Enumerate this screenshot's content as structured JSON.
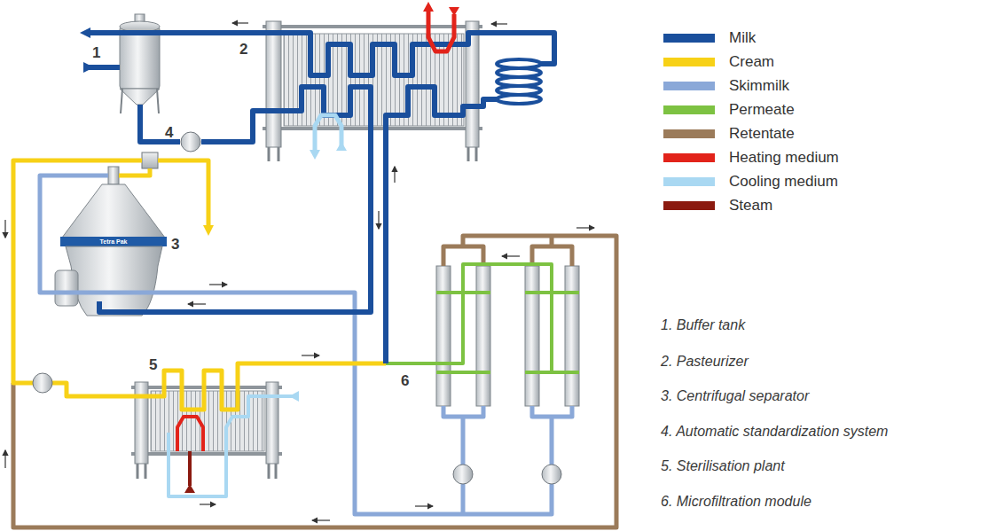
{
  "diagram": {
    "labels": [
      "1",
      "2",
      "3",
      "4",
      "5",
      "6",
      "Tetra Pak",
      "1. Buffer tank",
      "2. Pasteurizer",
      "3. Centrifugal separator",
      "4. Automatic standardization system",
      "5. Sterilisation plant",
      "6. Microfiltration module"
    ],
    "legend": [
      {
        "text": "Milk",
        "color": "#1a4f9c"
      },
      {
        "text": "Cream",
        "color": "#f7d117"
      },
      {
        "text": "Skimmilk",
        "color": "#8aa8d8"
      },
      {
        "text": "Permeate",
        "color": "#7dc242"
      },
      {
        "text": "Retentate",
        "color": "#9b7b5a"
      },
      {
        "text": "Heating medium",
        "color": "#e2231a"
      },
      {
        "text": "Cooling medium",
        "color": "#a9d8f2"
      },
      {
        "text": "Steam",
        "color": "#8b1a10"
      }
    ]
  }
}
